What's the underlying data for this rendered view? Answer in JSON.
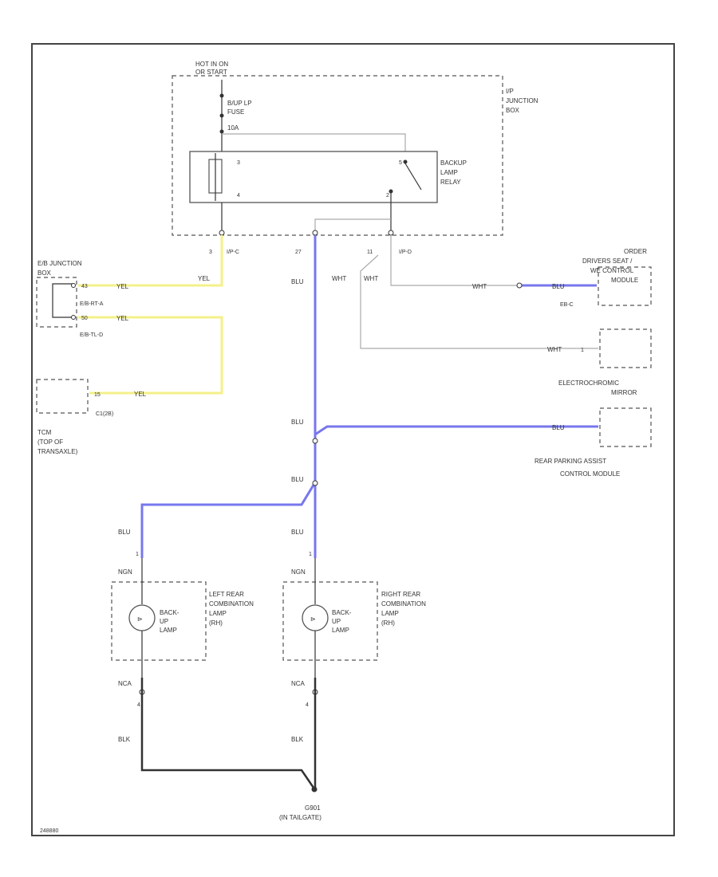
{
  "colors": {
    "yellow_wire": "#f4f08a",
    "blue_wire": "#7777ee",
    "white_wire": "#b8b8b8",
    "black_wire": "#333333",
    "frame": "#444444",
    "text": "#333333"
  },
  "relay_box": {
    "hot_label_1": "HOT IN ON",
    "hot_label_2": "OR START",
    "fuse_label_1": "B/UP LP",
    "fuse_label_2": "FUSE",
    "fuse_rating": "10A",
    "relay_label_1": "BACKUP",
    "relay_label_2": "LAMP",
    "relay_label_3": "RELAY",
    "junction_label_1": "I/P",
    "junction_label_2": "JUNCTION",
    "junction_label_3": "BOX",
    "relay_pin_top_left": "3",
    "relay_pin_bottom_left": "4",
    "relay_pin_bottom_right": "2",
    "relay_pin_top_right": "5"
  },
  "connectors": {
    "ipc_pin": "3",
    "ipc_name": "I/P-C",
    "pin_27": "27",
    "pin_11": "11",
    "ipd_name": "I/P-D",
    "eb_c_name": "EB-C",
    "eb_rt_a": "E/B-RT-A",
    "eb_rt_b": "E/B-TL-D",
    "tcm_connector": "C1(2B)",
    "tcm_pin": "15",
    "eb_pin_1": "43",
    "eb_pin_2": "50",
    "rear_left_pin": "1",
    "rear_right_pin": "1",
    "ground_pin_left": "4",
    "ground_pin_right": "4",
    "order_pin": "1"
  },
  "wires": {
    "yel": "YEL",
    "blu": "BLU",
    "wht": "WHT",
    "blk": "BLK",
    "ngn": "NGN",
    "nca": "NCA"
  },
  "components": {
    "eb_junction_1": "E/B JUNCTION",
    "eb_junction_2": "BOX",
    "tcm_1": "TCM",
    "tcm_2": "(TOP OF",
    "tcm_3": "TRANSAXLE)",
    "order_1": "ORDER",
    "order_2": "DRIVERS SEAT /",
    "order_3": "WE CONTROL",
    "order_4": "MODULE",
    "mirror_1": "ELECTROCHROMIC",
    "mirror_2": "MIRROR",
    "rpa_1": "REAR PARKING ASSIST",
    "rpa_2": "CONTROL MODULE",
    "left_lamp_1": "LEFT REAR",
    "left_lamp_2": "COMBINATION",
    "left_lamp_3": "LAMP",
    "left_lamp_4": "(RH)",
    "right_lamp_1": "RIGHT REAR",
    "right_lamp_2": "COMBINATION",
    "right_lamp_3": "LAMP",
    "right_lamp_4": "(RH)",
    "backup_1": "BACK-",
    "backup_2": "UP",
    "backup_3": "LAMP",
    "ground_1": "G901",
    "ground_2": "(IN TAILGATE)"
  },
  "footer": {
    "ref": "248880"
  }
}
